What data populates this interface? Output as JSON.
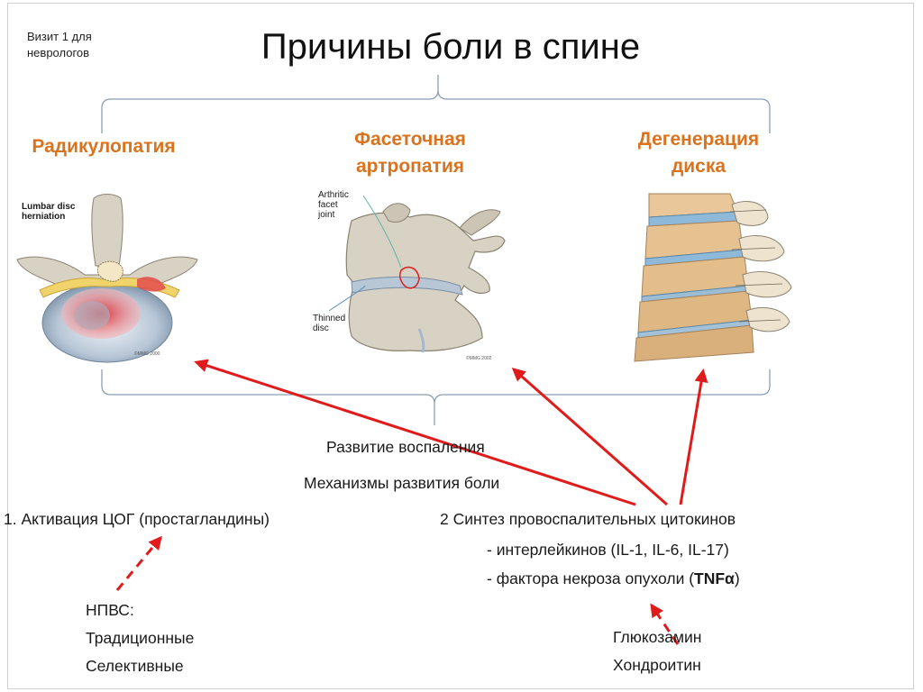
{
  "visit_note": [
    "Визит 1 для",
    "неврологов"
  ],
  "title": "Причины боли в спине",
  "causes": [
    {
      "name": "radiculopathy",
      "label_lines": [
        "Радикулопатия"
      ],
      "figure_labels": [
        "Lumbar disc",
        "herniation"
      ],
      "copyright": "©MMG 2000"
    },
    {
      "name": "facet-arthropathy",
      "label_lines": [
        "Фасеточная",
        "артропатия"
      ],
      "figure_labels": [
        "Arthritic",
        "facet",
        "joint"
      ],
      "figure_labels_2": [
        "Thinned",
        "disc"
      ],
      "copyright": "©MMG 2002"
    },
    {
      "name": "disc-degeneration",
      "label_lines": [
        "Дегенерация",
        "диска"
      ]
    }
  ],
  "inflammation": "Развитие воспаления",
  "pain_mechanisms": "Механизмы развития боли",
  "mechanism_1": "1. Активация ЦОГ  (простагландины)",
  "mechanism_2": "2   Синтез провоспалительных цитокинов",
  "cytokine_il": "- интерлейкинов (IL-1, IL-6, IL-17)",
  "cytokine_tnf_prefix": "- фактора некроза опухоли (",
  "cytokine_tnf_bold": "TNFα",
  "cytokine_tnf_suffix": ")",
  "nsaid": [
    "НПВС:",
    "Традиционные",
    "Селективные"
  ],
  "chondro": [
    "Глюкозамин",
    "Хондроитин"
  ],
  "colors": {
    "heading": "#d9731f",
    "arrow": "#e01b1b",
    "bracket": "#8aa0b5",
    "bone": "#d8d2c4"
  }
}
